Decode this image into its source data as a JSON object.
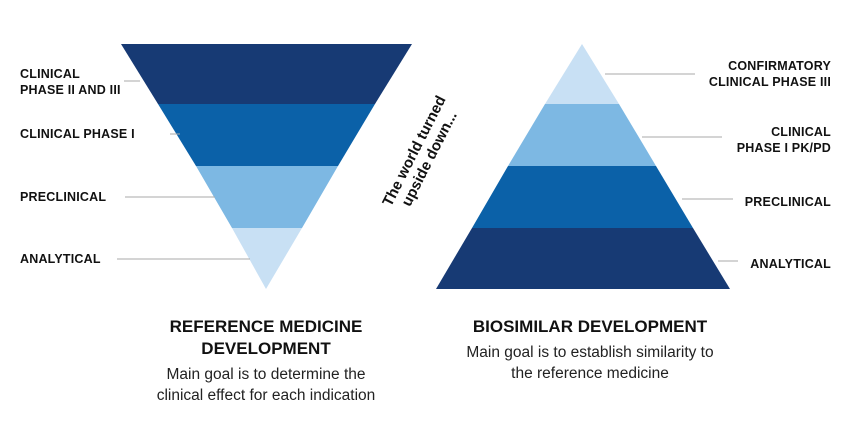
{
  "reference": {
    "labels": [
      "CLINICAL\nPHASE II AND III",
      "CLINICAL PHASE I",
      "PRECLINICAL",
      "ANALYTICAL"
    ],
    "title_line1": "REFERENCE MEDICINE",
    "title_line2": "DEVELOPMENT",
    "desc_line1": "Main goal is to determine the",
    "desc_line2": "clinical effect for each indication"
  },
  "biosimilar": {
    "labels": [
      "CONFIRMATORY\nCLINICAL PHASE III",
      "CLINICAL\nPHASE I PK/PD",
      "PRECLINICAL",
      "ANALYTICAL"
    ],
    "title": "BIOSIMILAR DEVELOPMENT",
    "desc_line1": "Main goal is to establish similarity to",
    "desc_line2": "the reference medicine"
  },
  "tagline_line1": "The world turned",
  "tagline_line2": "upside down...",
  "colors": {
    "dark_navy": "#173a74",
    "blue": "#0b61a8",
    "mid_blue": "#7db8e3",
    "light_blue": "#c8e0f4",
    "leader_line": "#aaaaaa"
  }
}
